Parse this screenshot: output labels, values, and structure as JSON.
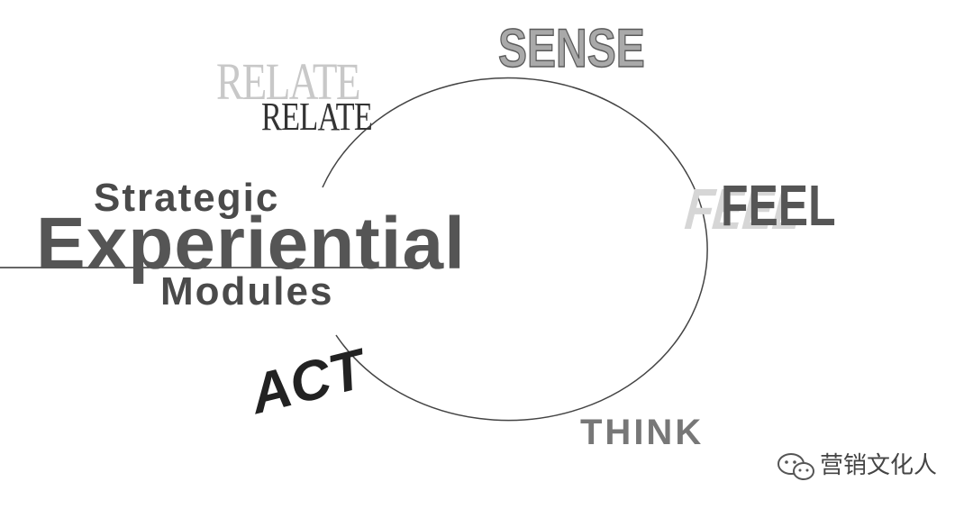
{
  "diagram": {
    "modules": {
      "relate_ghost": "RELATE",
      "relate": "RELATE",
      "sense": "SENSE",
      "feel": "FEEL",
      "act": "ACT",
      "think": "THINK"
    },
    "center": {
      "line1": "Strategic",
      "line2": "Experiential",
      "line3": "Modules"
    }
  },
  "watermark": {
    "icon": "wechat-icon",
    "text": "营销文化人"
  }
}
